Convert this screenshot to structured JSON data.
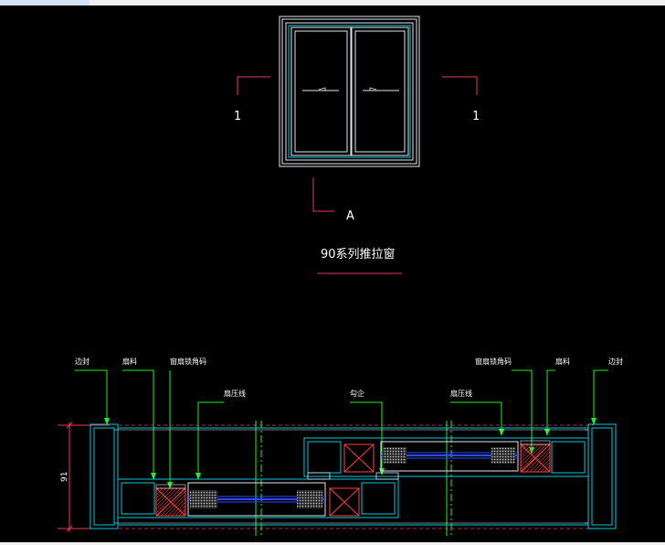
{
  "colors": {
    "background": "#000000",
    "frame": "#dfe7ef",
    "profile": "#00c8dc",
    "section_mark": "#e8365a",
    "leader": "#22ee22",
    "blue_line": "#2c4cff",
    "text": "#ffffff"
  },
  "elevation": {
    "section_label_left": "1",
    "section_label_right": "1",
    "detail_label": "A",
    "title": "90系列推拉窗"
  },
  "section": {
    "dimension": "91",
    "labels": {
      "left_jamb": "边封",
      "left_sash": "扇料",
      "left_lock": "窗扇锁角码",
      "left_bead": "扇压线",
      "interlock": "勾企",
      "right_bead": "扇压线",
      "right_lock": "窗扇锁角码",
      "right_sash": "扇料",
      "right_jamb": "边封"
    }
  }
}
